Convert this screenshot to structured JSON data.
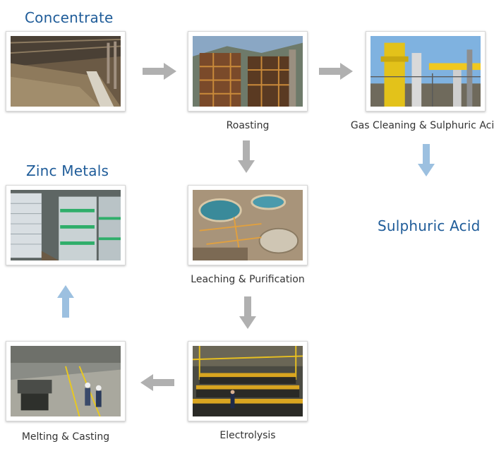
{
  "headings": {
    "concentrate": "Concentrate",
    "zinc_metals": "Zinc Metals",
    "sulphuric_acid": "Sulphuric Acid"
  },
  "steps": {
    "roasting": "Roasting",
    "gas_cleaning": "Gas Cleaning & Sulphuric Acid",
    "leaching": "Leaching & Purification",
    "electrolysis": "Electrolysis",
    "melting": "Melting & Casting"
  },
  "colors": {
    "heading": "#1f5c99",
    "gray_arrow": "#b0b0b0",
    "blue_arrow": "#9cc0e0"
  }
}
